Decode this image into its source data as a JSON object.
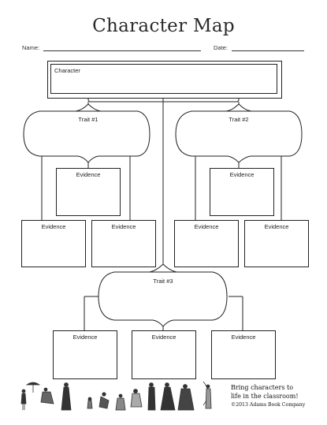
{
  "title": "Character Map",
  "fields": {
    "name_label": "Name:",
    "date_label": "Date:"
  },
  "character_box": {
    "label": "Character"
  },
  "traits": [
    {
      "label": "Trait #1"
    },
    {
      "label": "Trait #2"
    },
    {
      "label": "Trait #3"
    }
  ],
  "evidence_label": "Evidence",
  "footer": {
    "line1": "Bring characters to",
    "line2": "life in the classroom!",
    "copyright": "©2013 Adams Book Company"
  }
}
